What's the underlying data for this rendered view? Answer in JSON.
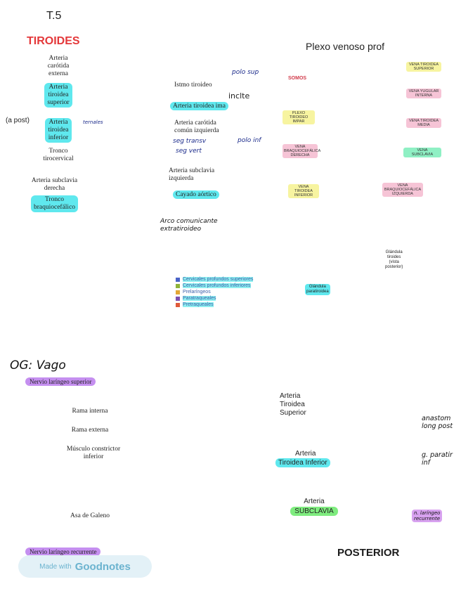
{
  "page": {
    "number": "T.5"
  },
  "thyroid_arteries": {
    "title": "TIROIDES",
    "labels": {
      "carotida_externa": "Arteria\ncarótida\nexterna",
      "tiroidea_superior": "Arteria\ntiroidea\nsuperior",
      "a_post": "(a post)",
      "tiroidea_inferior": "Arteria\ntiroidea\ninferior",
      "tronco_tirocervical": "Tronco\ntirocervical",
      "subclavia_derecha": "Arteria subclavia\nderecha",
      "tronco_braquiocefalico": "Tronco\nbraquiocefálico",
      "istmo": "Istmo tiroideo",
      "tiroidea_ima": "Arteria tiroidea ima",
      "carotida_comun": "Arteria carótida\ncomún izquierda",
      "subclavia_izquierda": "Arteria subclavia\nizquierda",
      "cayado": "Cayado aórtico"
    },
    "notes": {
      "polo_sup": "polo sup",
      "inclte": "inclte",
      "polo_inf": "polo inf",
      "ternales": "ternales",
      "seg_transv": "seg transv",
      "seg_vert": "seg vert",
      "arco": "Arco comunicante\nextratiroideo"
    }
  },
  "venous_plexus": {
    "title": "Plexo venoso prof",
    "brand": "SOMOS",
    "tags": [
      "VENA TIROIDEA\nSUPERIOR",
      "VENA YUGULAR\nINTERNA",
      "VENA TIROIDEA\nMEDIA",
      "PLEXO TIROIDEO\nIMPAR",
      "VENA\nBRAQUIOCEFÁLICA\nDERECHA",
      "VENA\nSUBCLAVIA",
      "VENA TIROIDEA\nINFERIOR",
      "VENA\nBRAQUIOCEFÁLICA\nIZQUIERDA"
    ]
  },
  "lymph_legend": [
    {
      "label": "Cervicales profundos superiores",
      "color": "#4a63c8"
    },
    {
      "label": "Cervicales profundos inferiores",
      "color": "#8fb43a"
    },
    {
      "label": "Prelaríngeos",
      "color": "#e3a735"
    },
    {
      "label": "Paratraqueales",
      "color": "#7c4fb0"
    },
    {
      "label": "Pretraqueales",
      "color": "#e05a3a"
    }
  ],
  "parathyroid": {
    "glandula_tiroides": "Glándula\ntiroides\n(vista\nposterior)",
    "glandula_paratiroides": "Glándula\nparatiroidea"
  },
  "vagus": {
    "heading": "OG: Vago",
    "labels": {
      "nervio_sup": "Nervio laríngeo superior",
      "rama_interna": "Rama interna",
      "rama_externa": "Rama externa",
      "musculo": "Músculo constrictor\ninferior",
      "asa": "Asa de Galeno",
      "nervio_rec": "Nervio laríngeo recurrente"
    }
  },
  "posterior_view": {
    "title": "POSTERIOR",
    "labels": {
      "tiroidea_superior": "Arteria\nTiroidea\nSuperior",
      "tiroidea_inferior_1": "Arteria",
      "tiroidea_inferior_2": "Tiroidea Inferior",
      "subclavia_1": "Arteria",
      "subclavia_2": "SUBCLAVIA"
    },
    "notes": {
      "anastom": "anastom\nlong post",
      "paratir": "g. paratir\ninf",
      "n_laringeo": "n. laríngeo\nrecurrente"
    }
  },
  "watermark": {
    "prefix": "Made with",
    "brand": "Goodnotes"
  }
}
